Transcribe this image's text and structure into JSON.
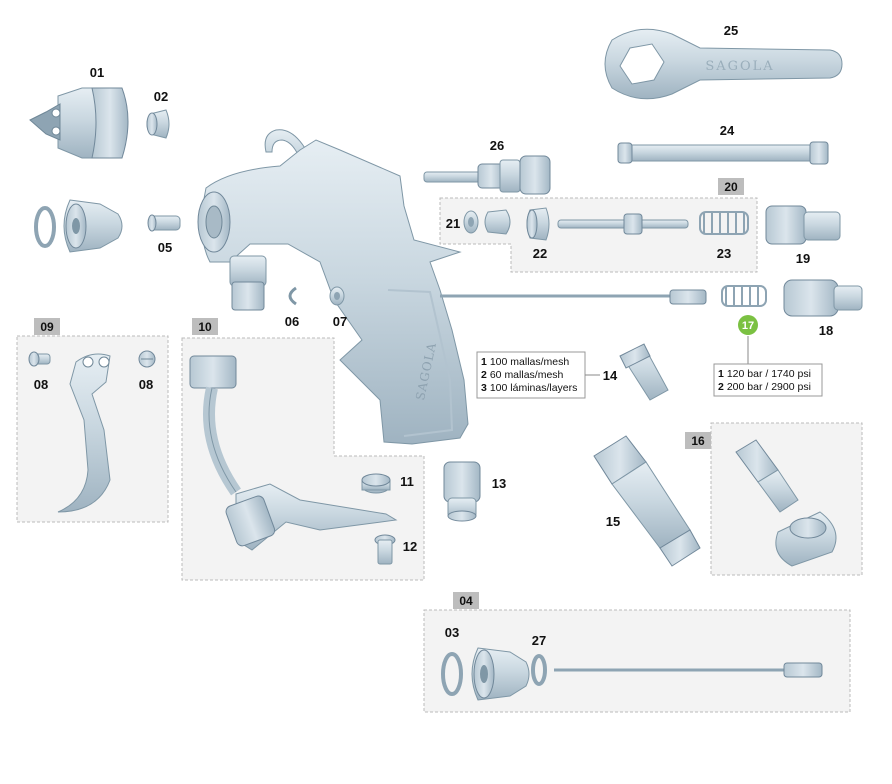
{
  "parts": {
    "p01": "01",
    "p02": "02",
    "p03": "03",
    "p05": "05",
    "p06": "06",
    "p07": "07",
    "p08a": "08",
    "p08b": "08",
    "p11": "11",
    "p12": "12",
    "p13": "13",
    "p14": "14",
    "p15": "15",
    "p17": "17",
    "p18": "18",
    "p19": "19",
    "p21": "21",
    "p22": "22",
    "p23": "23",
    "p24": "24",
    "p25": "25",
    "p26": "26",
    "p27": "27"
  },
  "groups": {
    "g04": "04",
    "g09": "09",
    "g10": "10",
    "g16": "16",
    "g20": "20"
  },
  "wrench_text": "SAGOLA",
  "gun_brand": "SAGOLA",
  "filter_notes": [
    {
      "num": "1",
      "text": "100 mallas/mesh"
    },
    {
      "num": "2",
      "text": "60 mallas/mesh"
    },
    {
      "num": "3",
      "text": "100 láminas/layers"
    }
  ],
  "pressure_notes": [
    {
      "num": "1",
      "text": "120 bar / 1740 psi"
    },
    {
      "num": "2",
      "text": "200 bar / 2900 psi"
    }
  ],
  "colors": {
    "metal": "#c9d7e0",
    "group_tag": "#bdbdbd",
    "badge_17": "#7bc142"
  }
}
